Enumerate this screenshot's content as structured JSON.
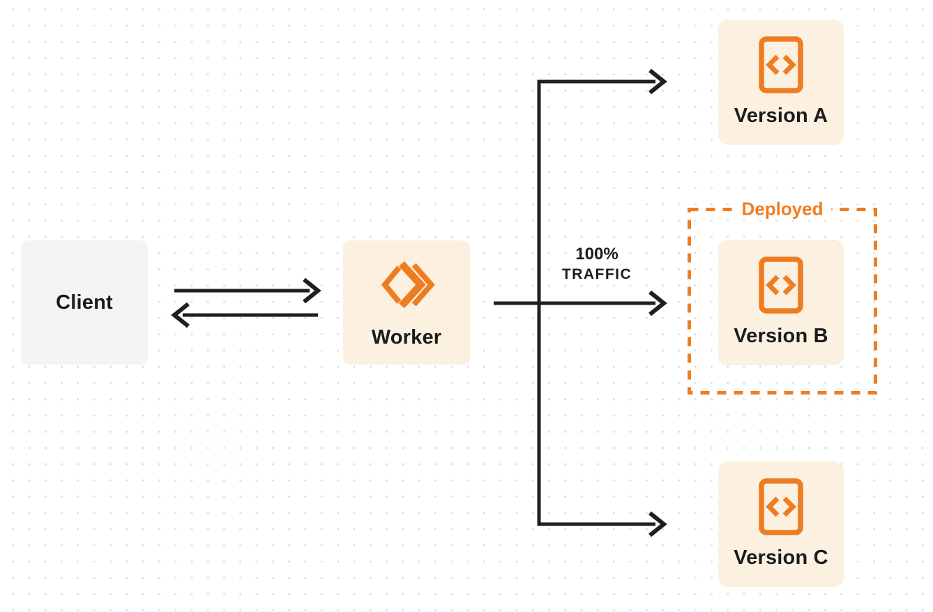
{
  "nodes": {
    "client": {
      "label": "Client"
    },
    "worker": {
      "label": "Worker"
    },
    "version_a": {
      "label": "Version A"
    },
    "version_b": {
      "label": "Version B"
    },
    "version_c": {
      "label": "Version C"
    }
  },
  "deployed_group": {
    "label": "Deployed"
  },
  "traffic_label": {
    "line1": "100%",
    "line2": "TRAFFIC"
  },
  "edges": [
    {
      "from": "Client",
      "to": "Worker",
      "direction": "both"
    },
    {
      "from": "Worker",
      "to": "Version A",
      "direction": "forward"
    },
    {
      "from": "Worker",
      "to": "Version B",
      "direction": "forward",
      "label": "100% TRAFFIC"
    },
    {
      "from": "Worker",
      "to": "Version C",
      "direction": "forward"
    }
  ],
  "icons": {
    "worker": "cloudflare-workers-icon",
    "versions": "code-file-icon"
  },
  "colors": {
    "orange": "#EE7D22",
    "arrow": "#1F1F21",
    "text_dark": "#1B1B1D",
    "cream": "#FCF0E0",
    "client_gray": "#F4F4F5",
    "dot": "#E2E2E4",
    "background": "#FFFFFF"
  }
}
